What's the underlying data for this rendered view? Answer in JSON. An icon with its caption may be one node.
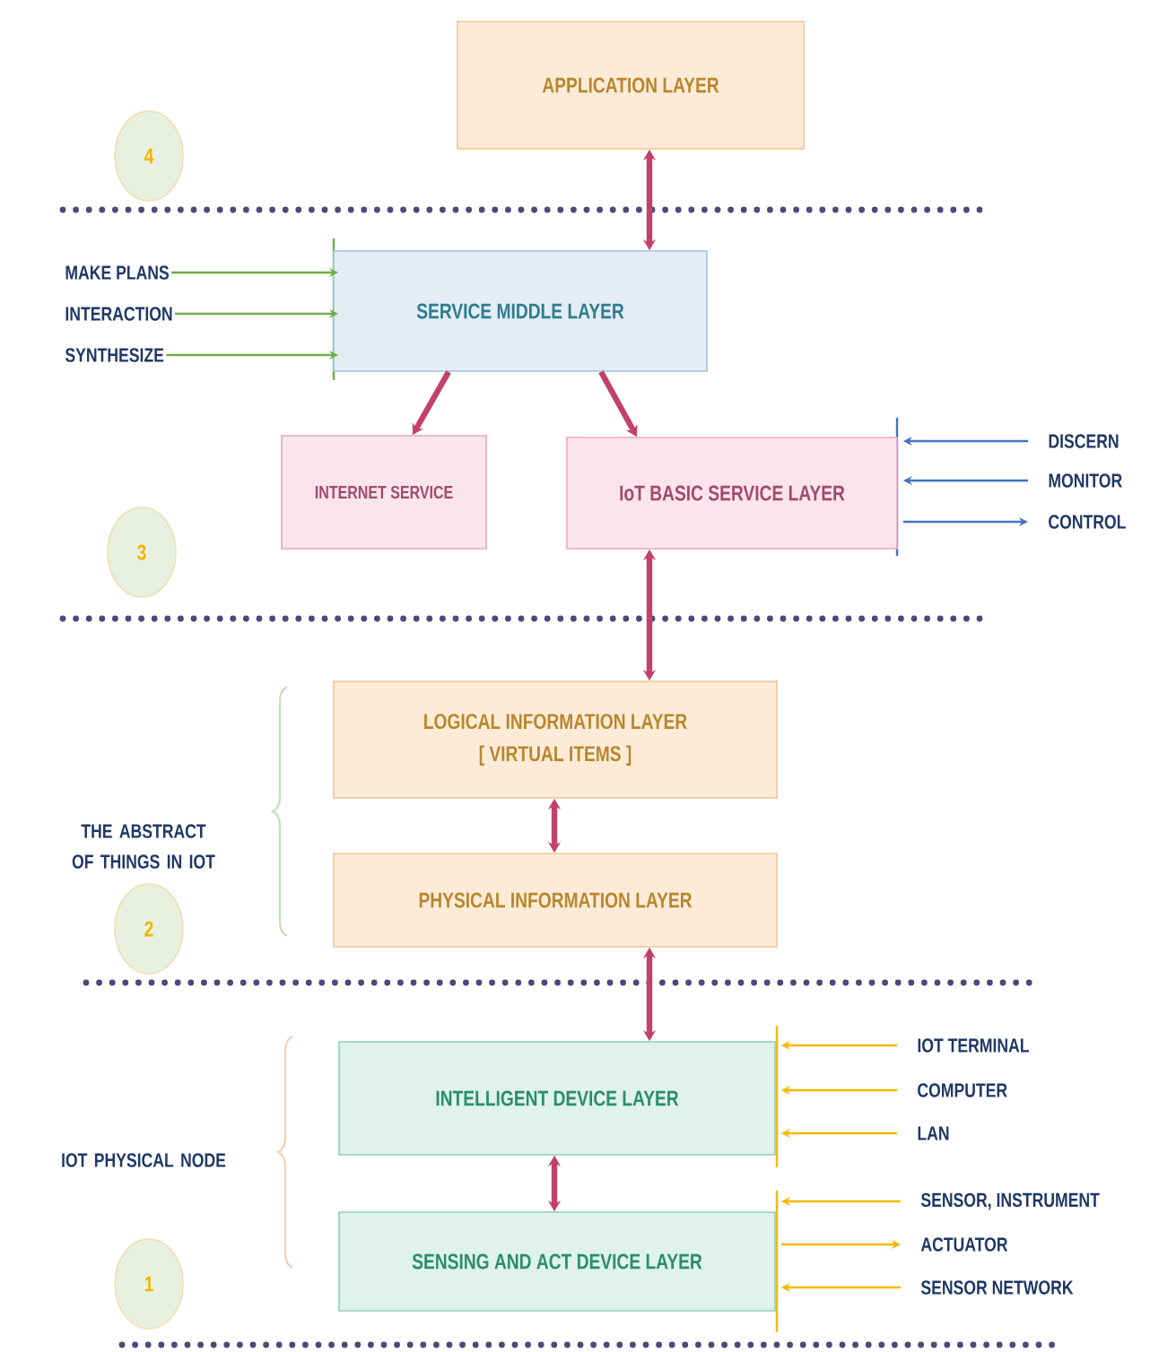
{
  "diagram": {
    "nodes": [
      {
        "text": [
          "APPLICATION LAYER"
        ]
      },
      {
        "text": [
          "4"
        ]
      },
      {
        "text": [
          "SERVICE MIDDLE LAYER"
        ]
      },
      {
        "text": [
          "INTERNET SERVICE"
        ]
      },
      {
        "text": [
          "IoT BASIC SERVICE LAYER"
        ]
      },
      {
        "text": [
          "3"
        ]
      },
      {
        "text": [
          "LOGICAL INFORMATION LAYER",
          "[ VIRTUAL ITEMS ]"
        ]
      },
      {
        "text": [
          "PHYSICAL INFORMATION LAYER"
        ]
      },
      {
        "text": [
          "2"
        ]
      },
      {
        "text": [
          "INTELLIGENT DEVICE LAYER"
        ]
      },
      {
        "text": [
          "SENSING AND ACT DEVICE LAYER"
        ]
      },
      {
        "text": [
          "1"
        ]
      },
      {
        "text": [
          "MAKE PLANS"
        ]
      },
      {
        "text": [
          "INTERACTION"
        ]
      },
      {
        "text": [
          "SYNTHESIZE"
        ]
      },
      {
        "text": [
          "DISCERN"
        ]
      },
      {
        "text": [
          "MONITOR"
        ]
      },
      {
        "text": [
          "CONTROL"
        ]
      },
      {
        "text": [
          "IOT TERMINAL"
        ]
      },
      {
        "text": [
          "COMPUTER"
        ]
      },
      {
        "text": [
          "LAN"
        ]
      },
      {
        "text": [
          "SENSOR, INSTRUMENT"
        ]
      },
      {
        "text": [
          "ACTUATOR"
        ]
      },
      {
        "text": [
          "SENSOR NETWORK"
        ]
      }
    ],
    "edges": [
      {
        "from": 0,
        "to": 2,
        "arrow": "both",
        "style": "thick",
        "color": "#c2416b"
      },
      {
        "from": 2,
        "to": 3,
        "arrow": "to",
        "style": "thick",
        "color": "#c2416b"
      },
      {
        "from": 2,
        "to": 4,
        "arrow": "to",
        "style": "thick",
        "color": "#c2416b"
      },
      {
        "from": 4,
        "to": 6,
        "arrow": "both",
        "style": "thick",
        "color": "#c2416b"
      },
      {
        "from": 6,
        "to": 7,
        "arrow": "both",
        "style": "thick",
        "color": "#c2416b"
      },
      {
        "from": 7,
        "to": 9,
        "arrow": "both",
        "style": "thick",
        "color": "#c2416b"
      },
      {
        "from": 9,
        "to": 10,
        "arrow": "both",
        "style": "thick",
        "color": "#c2416b"
      },
      {
        "from": 12,
        "to": 2,
        "arrow": "to",
        "color": "#70ad47"
      },
      {
        "from": 13,
        "to": 2,
        "arrow": "to",
        "color": "#70ad47"
      },
      {
        "from": 14,
        "to": 2,
        "arrow": "to",
        "color": "#70ad47"
      },
      {
        "from": 15,
        "to": 4,
        "arrow": "to",
        "color": "#4472c4"
      },
      {
        "from": 16,
        "to": 4,
        "arrow": "to",
        "color": "#4472c4"
      },
      {
        "from": 4,
        "to": 17,
        "arrow": "to",
        "color": "#4472c4"
      },
      {
        "from": 18,
        "to": 9,
        "arrow": "to",
        "color": "#f5b800"
      },
      {
        "from": 19,
        "to": 9,
        "arrow": "to",
        "color": "#f5b800"
      },
      {
        "from": 20,
        "to": 9,
        "arrow": "to",
        "color": "#f5b800"
      },
      {
        "from": 21,
        "to": 10,
        "arrow": "to",
        "color": "#f5b800"
      },
      {
        "from": 10,
        "to": 22,
        "arrow": "to",
        "color": "#f5b800"
      },
      {
        "from": 23,
        "to": 10,
        "arrow": "to",
        "color": "#f5b800"
      }
    ],
    "labels": [
      "THE ABSTRACT OF THINGS IN IOT",
      "IOT PHYSICAL NODE"
    ]
  }
}
